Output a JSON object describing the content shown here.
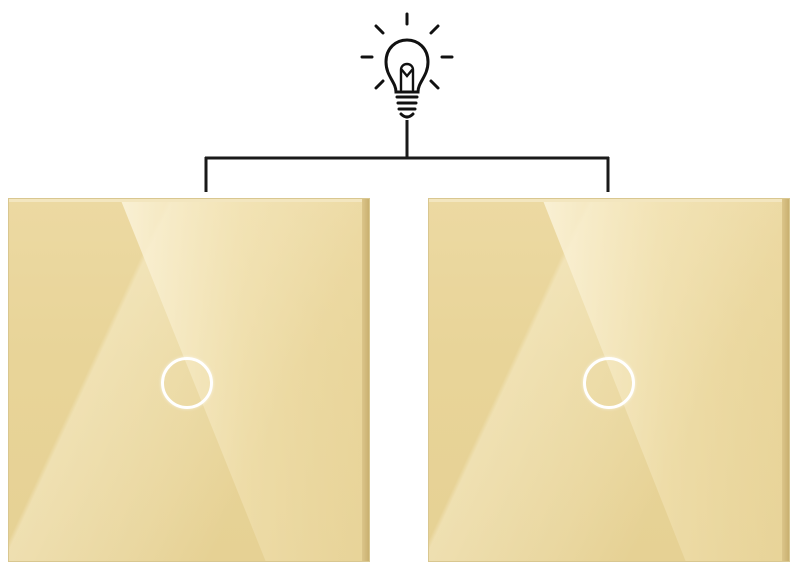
{
  "scene": {
    "icons": {
      "bulb": "light-bulb-icon",
      "touch": "touch-button-ring"
    },
    "colors": {
      "panel": "#e8d498",
      "panel_highlight": "#f6eccd",
      "panel_edge": "#c9b070",
      "ring": "#ffffff",
      "wire": "#1a1a1a"
    },
    "panels": [
      {
        "name": "left-switch",
        "touch_buttons": 1
      },
      {
        "name": "right-switch",
        "touch_buttons": 1
      }
    ]
  }
}
